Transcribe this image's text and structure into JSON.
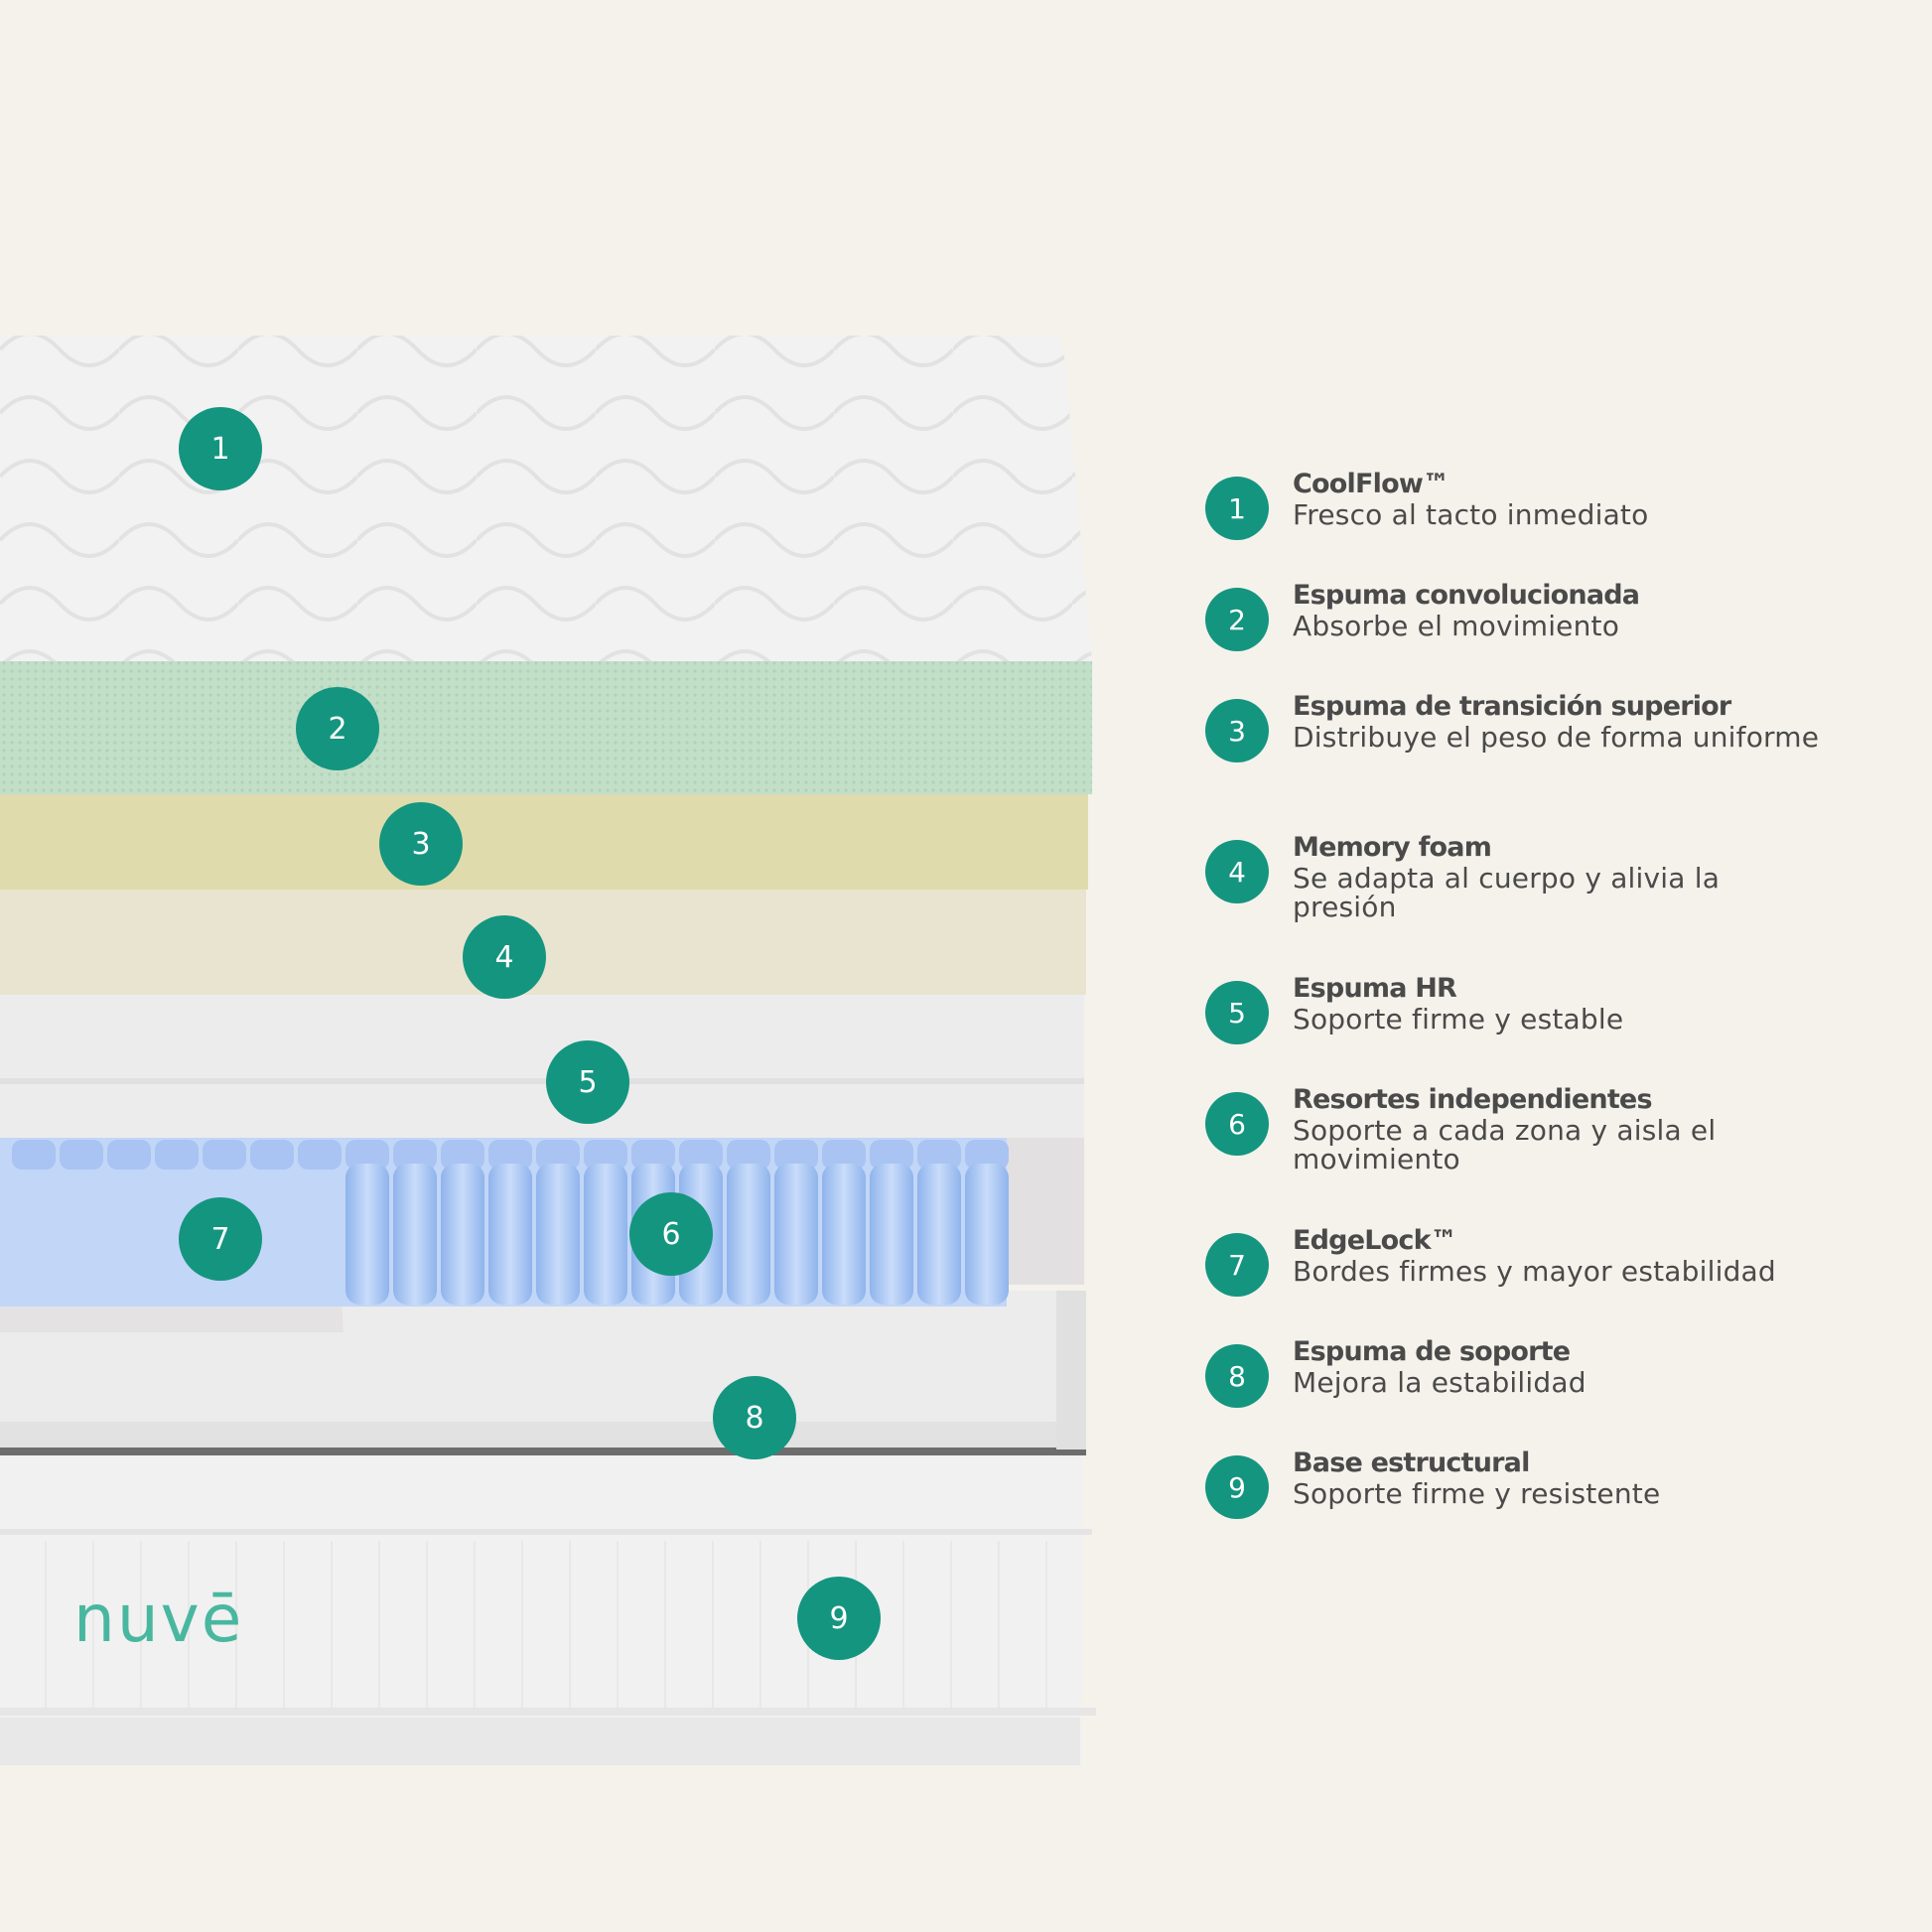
{
  "brand": {
    "logo_text": "nuvē",
    "accent": "#14957f",
    "logo_color": "#49b7a0",
    "background": "#f5f2eb"
  },
  "layers": [
    {
      "number": "1",
      "title": "CoolFlow™",
      "description": "Fresco al tacto inmediato"
    },
    {
      "number": "2",
      "title": "Espuma convolucionada",
      "description": "Absorbe el movimiento"
    },
    {
      "number": "3",
      "title": "Espuma de transición superior",
      "description": "Distribuye el peso de forma uniforme"
    },
    {
      "number": "4",
      "title": "Memory foam",
      "description": "Se adapta al cuerpo y alivia la presión"
    },
    {
      "number": "5",
      "title": "Espuma HR",
      "description": "Soporte firme y estable"
    },
    {
      "number": "6",
      "title": "Resortes independientes",
      "description": "Soporte a cada zona y aisla el movimiento"
    },
    {
      "number": "7",
      "title": "EdgeLock™",
      "description": "Bordes firmes y mayor estabilidad"
    },
    {
      "number": "8",
      "title": "Espuma de soporte",
      "description": "Mejora la estabilidad"
    },
    {
      "number": "9",
      "title": "Base estructural",
      "description": "Soporte firme y resistente"
    }
  ]
}
